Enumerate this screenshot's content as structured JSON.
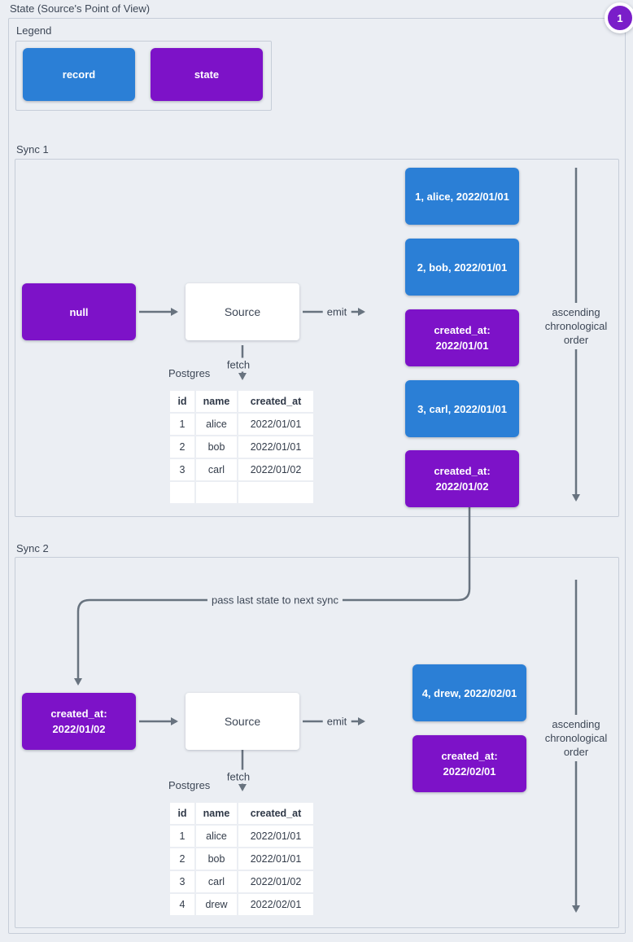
{
  "page": {
    "title": "State (Source's Point of View)",
    "badge": "1"
  },
  "colors": {
    "record_blue": "#2b7fd6",
    "state_purple": "#7d12c8",
    "badge_purple": "#7a1ec9",
    "line_gray": "#68737f",
    "background": "#ebeef3",
    "panel_border": "#c6cdd8"
  },
  "legend": {
    "label": "Legend",
    "record": "record",
    "state": "state"
  },
  "pass_note": "pass last state to next sync",
  "sync1": {
    "label": "Sync 1",
    "input_state": "null",
    "source": "Source",
    "emit": "emit",
    "fetch": "fetch",
    "postgres": "Postgres",
    "order_note": "ascending chronological order",
    "table": {
      "headers": [
        "id",
        "name",
        "created_at"
      ],
      "rows": [
        [
          "1",
          "alice",
          "2022/01/01"
        ],
        [
          "2",
          "bob",
          "2022/01/01"
        ],
        [
          "3",
          "carl",
          "2022/01/02"
        ],
        [
          "",
          "",
          ""
        ]
      ]
    },
    "emitted": [
      {
        "kind": "record",
        "text": "1, alice, 2022/01/01"
      },
      {
        "kind": "record",
        "text": "2, bob, 2022/01/01"
      },
      {
        "kind": "state",
        "line1": "created_at:",
        "line2": "2022/01/01"
      },
      {
        "kind": "record",
        "text": "3, carl, 2022/01/01"
      },
      {
        "kind": "state",
        "line1": "created_at:",
        "line2": "2022/01/02"
      }
    ]
  },
  "sync2": {
    "label": "Sync 2",
    "input_state": {
      "line1": "created_at:",
      "line2": "2022/01/02"
    },
    "source": "Source",
    "emit": "emit",
    "fetch": "fetch",
    "postgres": "Postgres",
    "order_note": "ascending chronological order",
    "table": {
      "headers": [
        "id",
        "name",
        "created_at"
      ],
      "rows": [
        [
          "1",
          "alice",
          "2022/01/01"
        ],
        [
          "2",
          "bob",
          "2022/01/01"
        ],
        [
          "3",
          "carl",
          "2022/01/02"
        ],
        [
          "4",
          "drew",
          "2022/02/01"
        ]
      ]
    },
    "emitted": [
      {
        "kind": "record",
        "text": "4, drew, 2022/02/01"
      },
      {
        "kind": "state",
        "line1": "created_at:",
        "line2": "2022/02/01"
      }
    ]
  }
}
